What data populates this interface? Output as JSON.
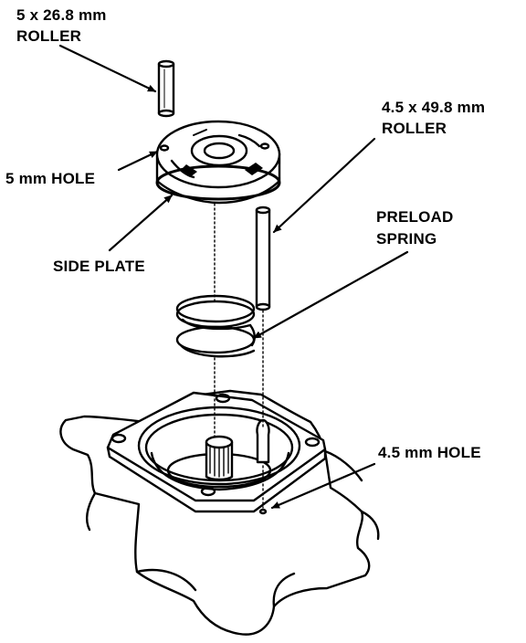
{
  "labels": {
    "short_roller_size": "5 x 26.8 mm",
    "short_roller_word": "ROLLER",
    "long_roller_size": "4.5 x 49.8 mm",
    "long_roller_word": "ROLLER",
    "hole_5mm": "5 mm HOLE",
    "side_plate": "SIDE PLATE",
    "preload_line1": "PRELOAD",
    "preload_line2": "SPRING",
    "hole_45mm": "4.5 mm HOLE"
  },
  "colors": {
    "ink": "#000000",
    "paper": "#ffffff"
  }
}
